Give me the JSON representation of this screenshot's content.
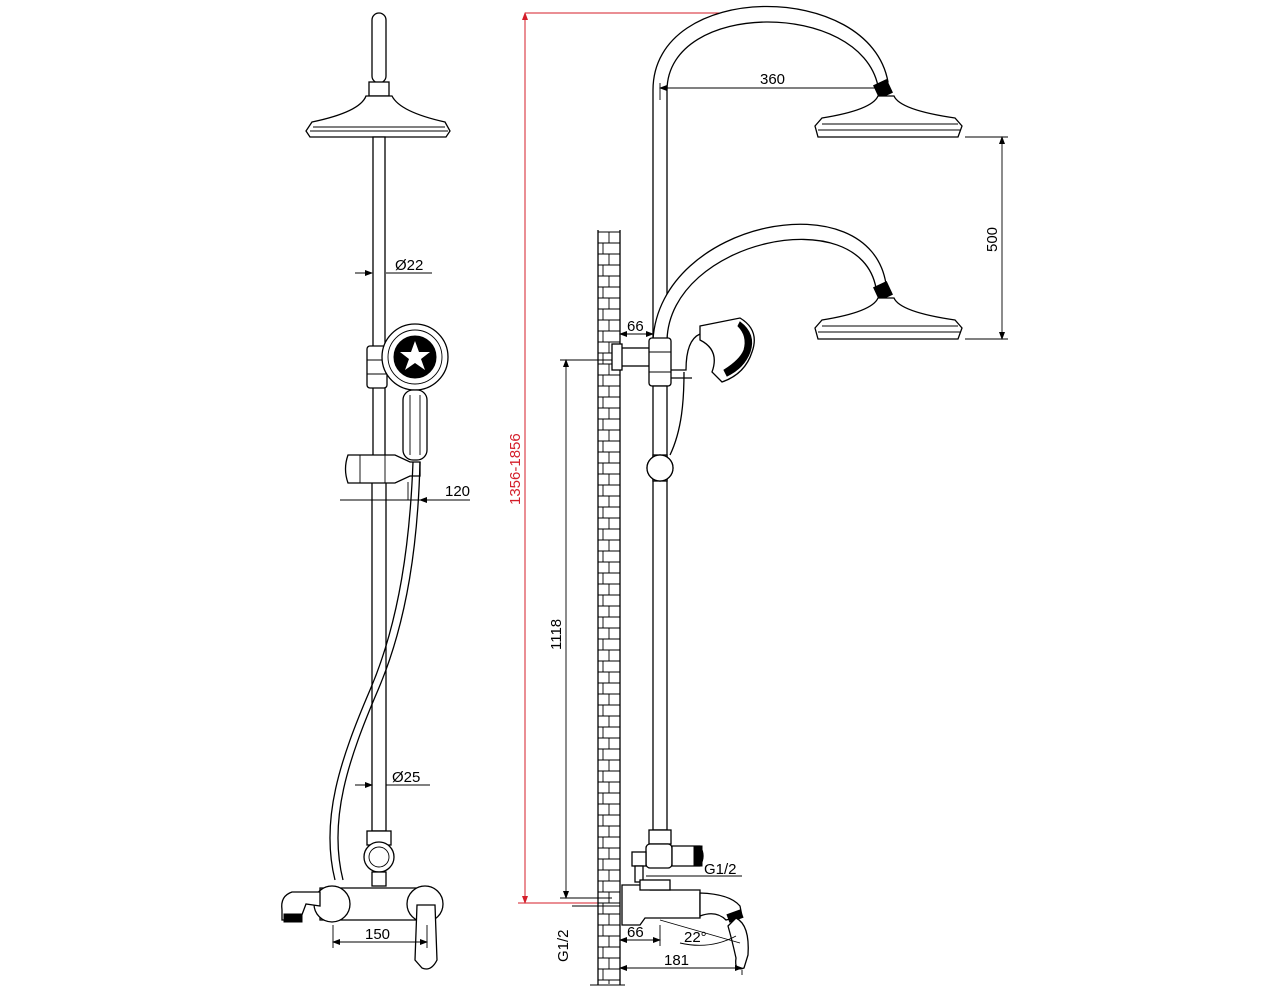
{
  "dimensions": {
    "front_rod_upper_diameter": "Ø22",
    "front_rod_lower_diameter": "Ø25",
    "holder_projection": "120",
    "spout_centres": "150",
    "overall_height": "1356-1856",
    "head_reach": "360",
    "head_height_adjustment": "500",
    "wall_to_rod_top": "66",
    "bar_height": "1118",
    "outlet_thread": "G1/2",
    "inlet_thread": "G1/2",
    "wall_to_rod_bottom": "66",
    "spout_angle": "22°",
    "spout_projection": "181"
  },
  "colors": {
    "line": "#000000",
    "overall_dimension": "#d41e2a"
  }
}
